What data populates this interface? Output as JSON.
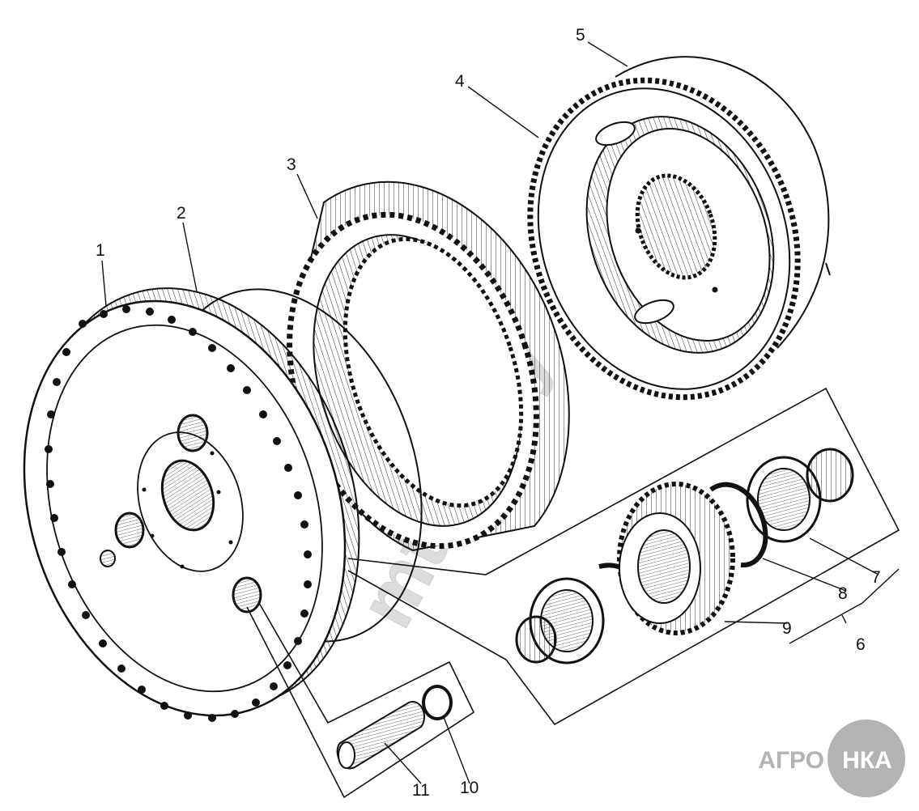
{
  "callouts": {
    "c1": "1",
    "c2": "2",
    "c3": "3",
    "c4": "4",
    "c5": "5",
    "c6": "6",
    "c7": "7",
    "c8": "8",
    "c9": "9",
    "c10": "10",
    "c11": "11"
  },
  "watermark": {
    "text": "mtz-a.by"
  },
  "logo": {
    "text_left": "АГРО",
    "text_right": "НКА"
  },
  "colors": {
    "line": "#111111",
    "paper": "#ffffff",
    "logo": "#b0b0b0",
    "watermark": "#d9d9d9"
  }
}
